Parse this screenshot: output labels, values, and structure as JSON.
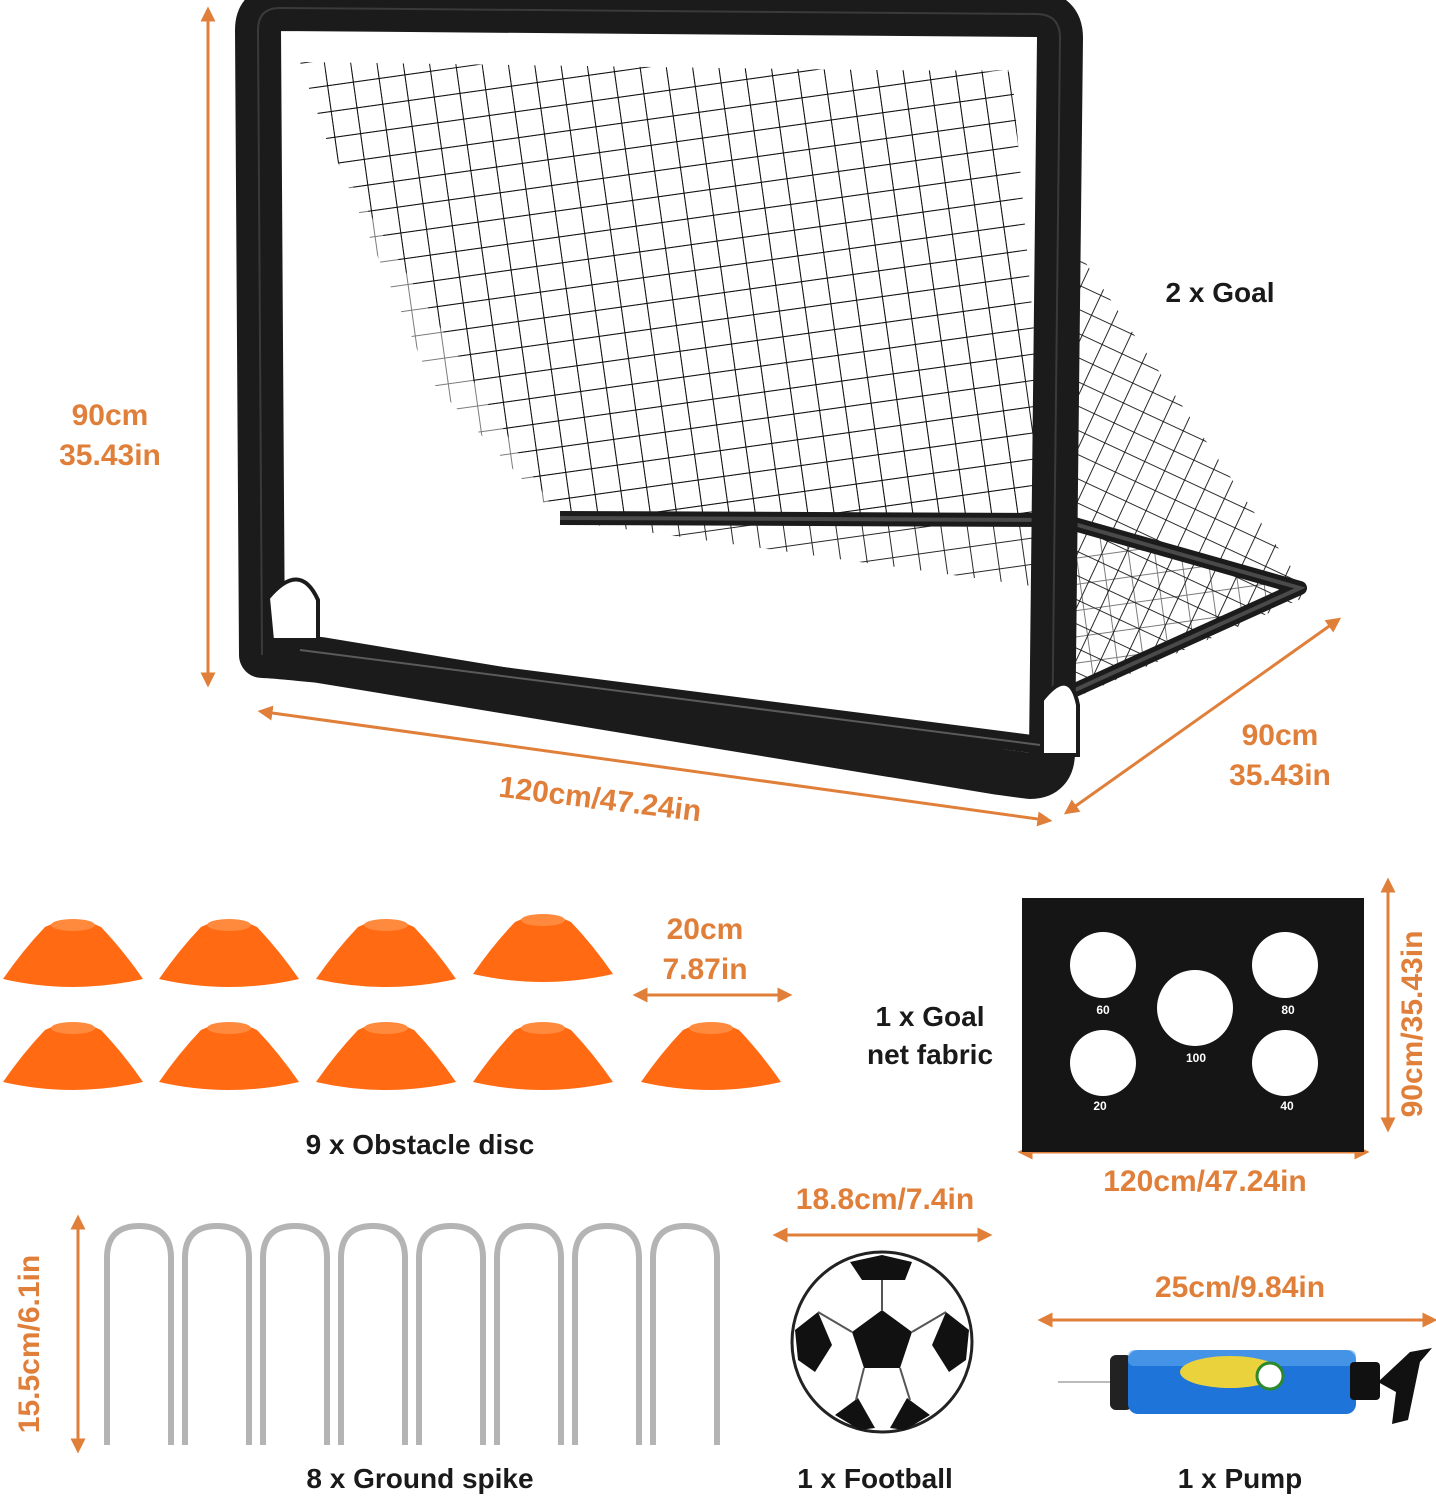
{
  "colors": {
    "accent": "#e07f3a",
    "cone": "#ff6a13",
    "frame": "#1b1b1b",
    "spike": "#b4b4b4"
  },
  "goal": {
    "label": "2 x Goal",
    "height": {
      "cm": "90cm",
      "in": "35.43in"
    },
    "width": "120cm/47.24in",
    "depth": {
      "cm": "90cm",
      "in": "35.43in"
    }
  },
  "discs": {
    "label": "9 x Obstacle disc",
    "size": {
      "cm": "20cm",
      "in": "7.87in"
    }
  },
  "fabric": {
    "label_line1": "1 x Goal",
    "label_line2": "net fabric",
    "width": "120cm/47.24in",
    "height": "90cm/35.43in",
    "scores": [
      "60",
      "80",
      "100",
      "20",
      "40"
    ]
  },
  "spikes": {
    "label": "8 x Ground spike",
    "height": "15.5cm/6.1in"
  },
  "football": {
    "label": "1 x Football",
    "size": "18.8cm/7.4in"
  },
  "pump": {
    "label": "1 x Pump",
    "size": "25cm/9.84in"
  }
}
